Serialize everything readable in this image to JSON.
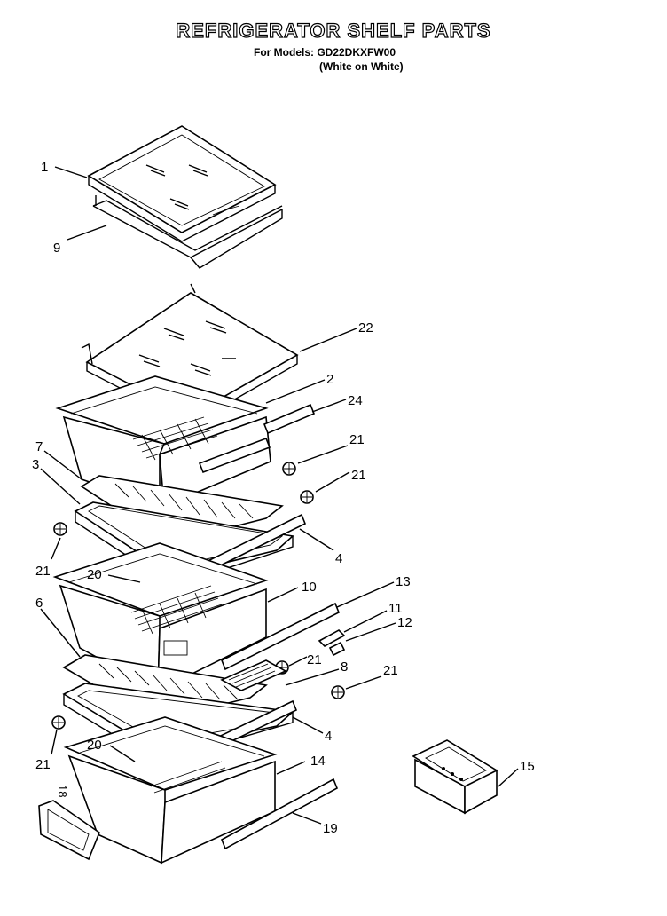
{
  "header": {
    "title": "REFRIGERATOR SHELF PARTS",
    "models_line": "For Models: GD22DKXFW00",
    "color_line": "(White on White)"
  },
  "callouts": [
    {
      "id": "c1",
      "text": "1"
    },
    {
      "id": "c9",
      "text": "9"
    },
    {
      "id": "c22",
      "text": "22"
    },
    {
      "id": "c2",
      "text": "2"
    },
    {
      "id": "c24",
      "text": "24"
    },
    {
      "id": "c21a",
      "text": "21"
    },
    {
      "id": "c21b",
      "text": "21"
    },
    {
      "id": "c7",
      "text": "7"
    },
    {
      "id": "c3",
      "text": "3"
    },
    {
      "id": "c21c",
      "text": "21"
    },
    {
      "id": "c4a",
      "text": "4"
    },
    {
      "id": "c20a",
      "text": "20"
    },
    {
      "id": "c10",
      "text": "10"
    },
    {
      "id": "c13",
      "text": "13"
    },
    {
      "id": "c11",
      "text": "11"
    },
    {
      "id": "c12",
      "text": "12"
    },
    {
      "id": "c6",
      "text": "6"
    },
    {
      "id": "c21d",
      "text": "21"
    },
    {
      "id": "c8",
      "text": "8"
    },
    {
      "id": "c21e",
      "text": "21"
    },
    {
      "id": "c4b",
      "text": "4"
    },
    {
      "id": "c21f",
      "text": "21"
    },
    {
      "id": "c20b",
      "text": "20"
    },
    {
      "id": "c14",
      "text": "14"
    },
    {
      "id": "c15",
      "text": "15"
    },
    {
      "id": "c18",
      "text": "18"
    },
    {
      "id": "c19",
      "text": "19"
    }
  ]
}
